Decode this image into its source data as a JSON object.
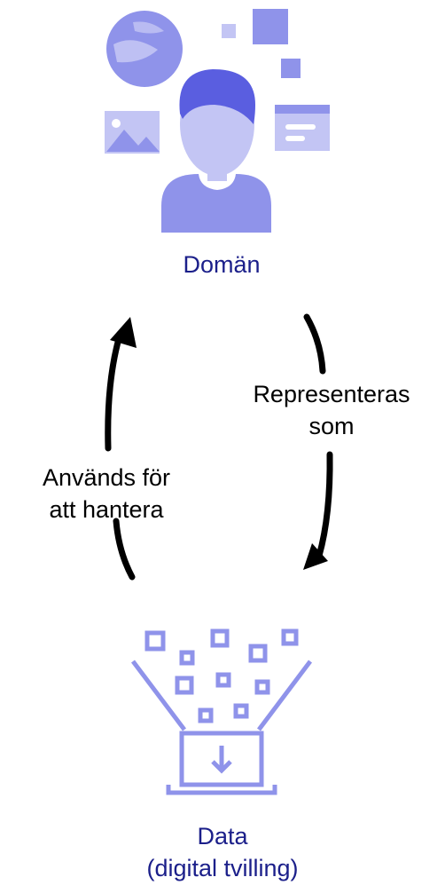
{
  "nodes": {
    "domain": {
      "label": "Domän",
      "icon": "person-with-content-icon"
    },
    "data": {
      "label_line1": "Data",
      "label_line2": "(digital tvilling)",
      "icon": "laptop-data-download-icon"
    }
  },
  "edges": {
    "domain_to_data": {
      "line1": "Representeras",
      "line2": "som"
    },
    "data_to_domain": {
      "line1": "Används för",
      "line2": "att hantera"
    }
  },
  "colors": {
    "icon_dark": "#5a5ee0",
    "icon_mid": "#8f93ea",
    "icon_light": "#c3c5f4",
    "label": "#1b1f8a",
    "arrow": "#000000"
  }
}
